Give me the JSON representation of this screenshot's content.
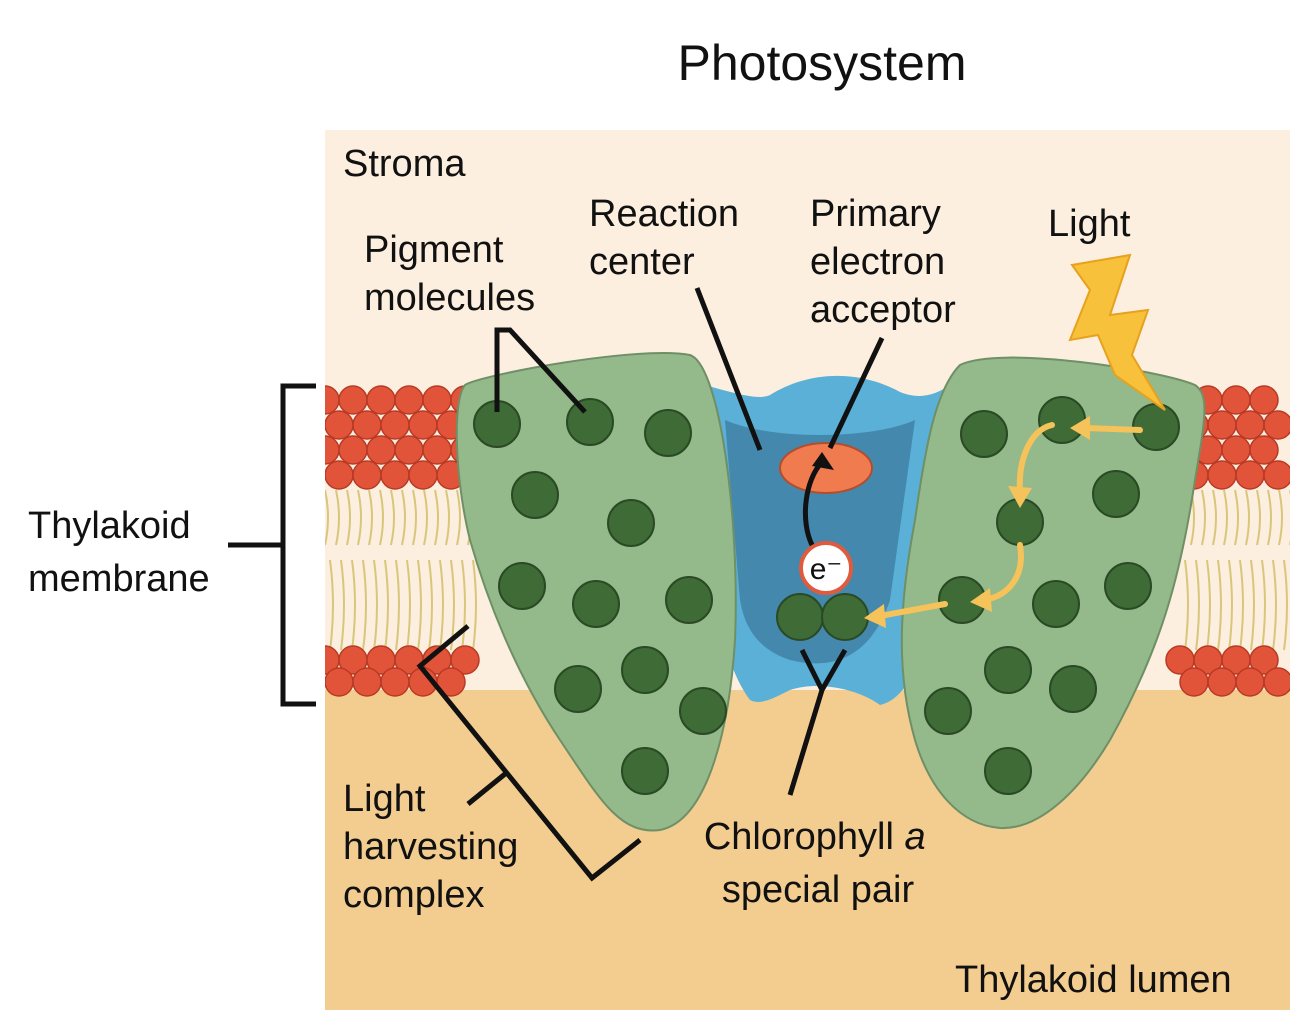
{
  "title": "Photosystem",
  "regions": {
    "stroma": "Stroma",
    "lumen": "Thylakoid lumen"
  },
  "labels": {
    "pigment_molecules": [
      "Pigment",
      "molecules"
    ],
    "reaction_center": [
      "Reaction",
      "center"
    ],
    "primary_electron_acceptor": [
      "Primary",
      "electron",
      "acceptor"
    ],
    "light": "Light",
    "thylakoid_membrane": [
      "Thylakoid",
      "membrane"
    ],
    "light_harvesting_complex": [
      "Light",
      "harvesting",
      "complex"
    ],
    "chlorophyll_special_pair": {
      "line1_main": "Chlorophyll ",
      "line1_italic": "a",
      "line2": "special pair"
    },
    "electron": "e⁻"
  },
  "colors": {
    "stroma_bg": "#fcefdf",
    "lumen_bg": "#f3cd90",
    "complex_fill": "#94b98a",
    "pigment_fill": "#3e6b36",
    "reaction_center_fill": "#5ab0d6",
    "reaction_center_dark": "#3e7ea3",
    "acceptor_fill": "#ef7b4f",
    "lipid_head": "#e2543a",
    "lipid_tail": "#d9c67a",
    "arrow": "#f6c25a",
    "lightning": "#f7c13c"
  }
}
